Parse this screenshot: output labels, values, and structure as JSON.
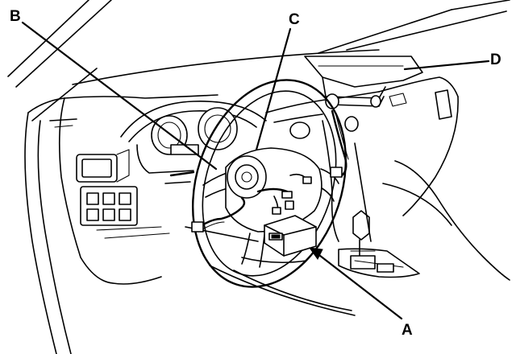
{
  "callouts": {
    "a": "A",
    "b": "B",
    "c": "C",
    "d": "D"
  }
}
